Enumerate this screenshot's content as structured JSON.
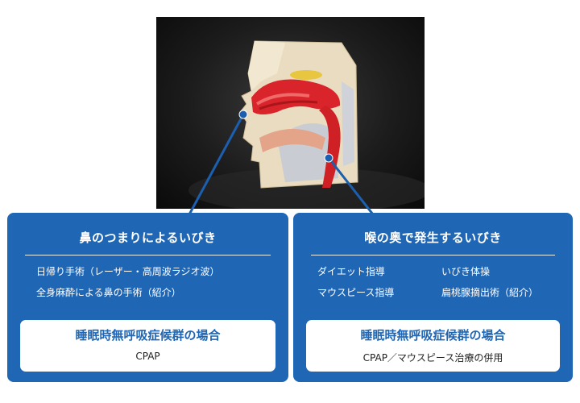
{
  "colors": {
    "panel_blue": "#1f66b5",
    "connector_blue": "#1b5fae",
    "white": "#ffffff"
  },
  "image": {
    "subject": "nasal-cavity-model-photo"
  },
  "panels": [
    {
      "title": "鼻のつまりによるいびき",
      "treatments": [
        "日帰り手術（レーザー・高周波ラジオ波）",
        "全身麻酔による鼻の手術（紹介）"
      ],
      "sas_title": "睡眠時無呼吸症候群の場合",
      "sas_treatment": "CPAP"
    },
    {
      "title": "喉の奥で発生するいびき",
      "treatments": [
        "ダイエット指導",
        "いびき体操",
        "マウスピース指導",
        "扁桃腺摘出術（紹介）"
      ],
      "sas_title": "睡眠時無呼吸症候群の場合",
      "sas_treatment": "CPAP／マウスピース治療の併用"
    }
  ]
}
